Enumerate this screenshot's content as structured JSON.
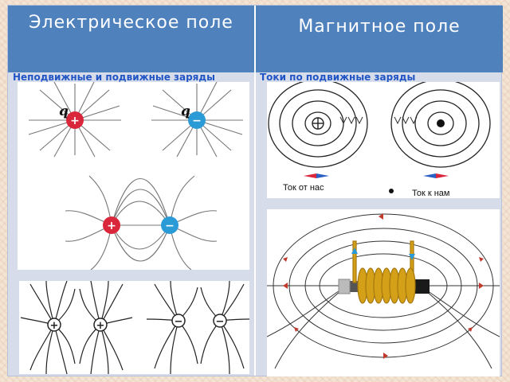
{
  "header": {
    "left_title": "Электрическое поле",
    "right_title": "Магнитное поле"
  },
  "subheads": {
    "left": "Неподвижные и подвижные заряды",
    "right": "Токи по подвижные заряды"
  },
  "diagrams": {
    "charges": {
      "charge_label": "q",
      "positive_sign": "+",
      "negative_sign": "−"
    },
    "currents": {
      "away_caption": "Ток от нас",
      "toward_caption": "Ток к нам"
    }
  },
  "colors": {
    "header_blue": "#4f81bd",
    "table_bg": "#d6dcea",
    "positive_charge": "#d9263b",
    "negative_charge": "#2a9bd6",
    "coil": "#d4a017"
  }
}
